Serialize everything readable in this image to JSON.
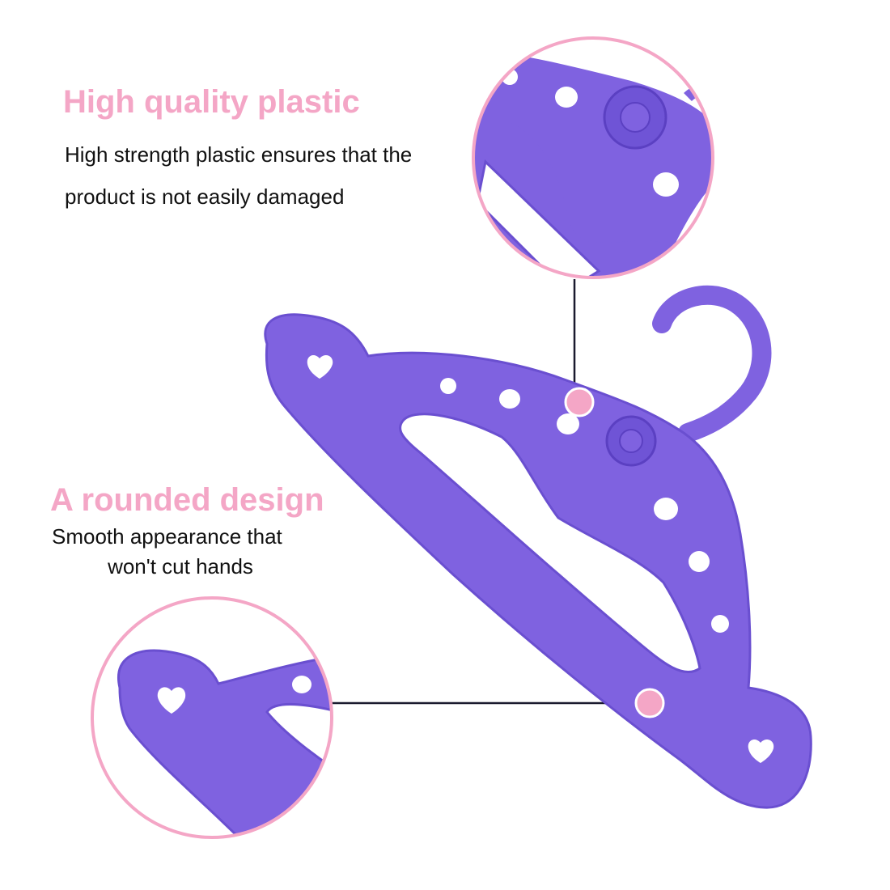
{
  "colors": {
    "accent_pink": "#f4a6c6",
    "hanger_purple": "#7f62e0",
    "hanger_edge": "#6a4fd0",
    "text": "#111111",
    "leader_line": "#1a1a2e"
  },
  "features": [
    {
      "title": "High quality plastic",
      "lines": [
        "High strength plastic ensures that the",
        "product is not easily damaged"
      ]
    },
    {
      "title": "A rounded design",
      "lines": [
        "Smooth appearance that",
        "won't cut hands"
      ]
    }
  ],
  "cutoff_heading": "",
  "product": {
    "name": "purple plastic doll clothes hanger",
    "icons": [
      "flower-knob-icon",
      "heart-hole-icon"
    ]
  }
}
